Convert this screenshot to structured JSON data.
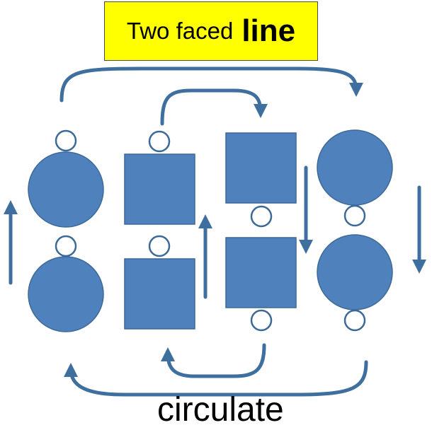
{
  "title": {
    "normal_text": "Two faced",
    "bold_text": "line",
    "background_color": "#ffff00"
  },
  "caption": "circulate",
  "colors": {
    "dancer_fill": "#4f81bd",
    "dancer_stroke": "#3d6998",
    "arrow": "#3f6f9f",
    "head_stroke": "#3d6998"
  },
  "diagram": {
    "dancers": [
      {
        "id": "d1",
        "shape": "circle",
        "facing": "up"
      },
      {
        "id": "d2",
        "shape": "circle",
        "facing": "up"
      },
      {
        "id": "d3",
        "shape": "square",
        "facing": "up"
      },
      {
        "id": "d4",
        "shape": "square",
        "facing": "up"
      },
      {
        "id": "d5",
        "shape": "square",
        "facing": "down"
      },
      {
        "id": "d6",
        "shape": "square",
        "facing": "down"
      },
      {
        "id": "d7",
        "shape": "circle",
        "facing": "down"
      },
      {
        "id": "d8",
        "shape": "circle",
        "facing": "down"
      }
    ]
  }
}
